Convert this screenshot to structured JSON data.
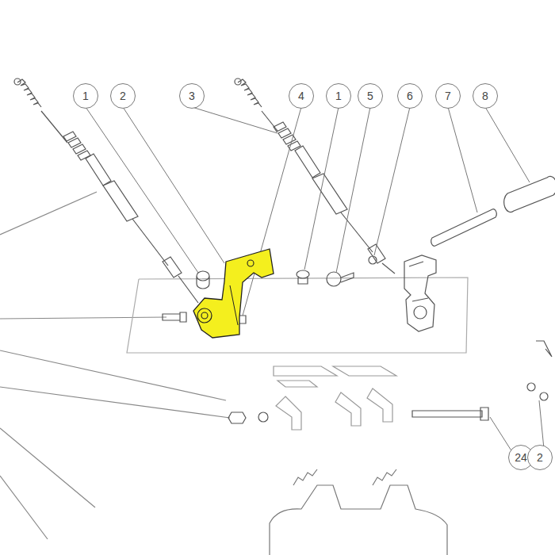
{
  "diagram": {
    "labels": [
      "1",
      "2",
      "3",
      "4",
      "1",
      "5",
      "6",
      "7",
      "8",
      "24",
      "2"
    ]
  }
}
